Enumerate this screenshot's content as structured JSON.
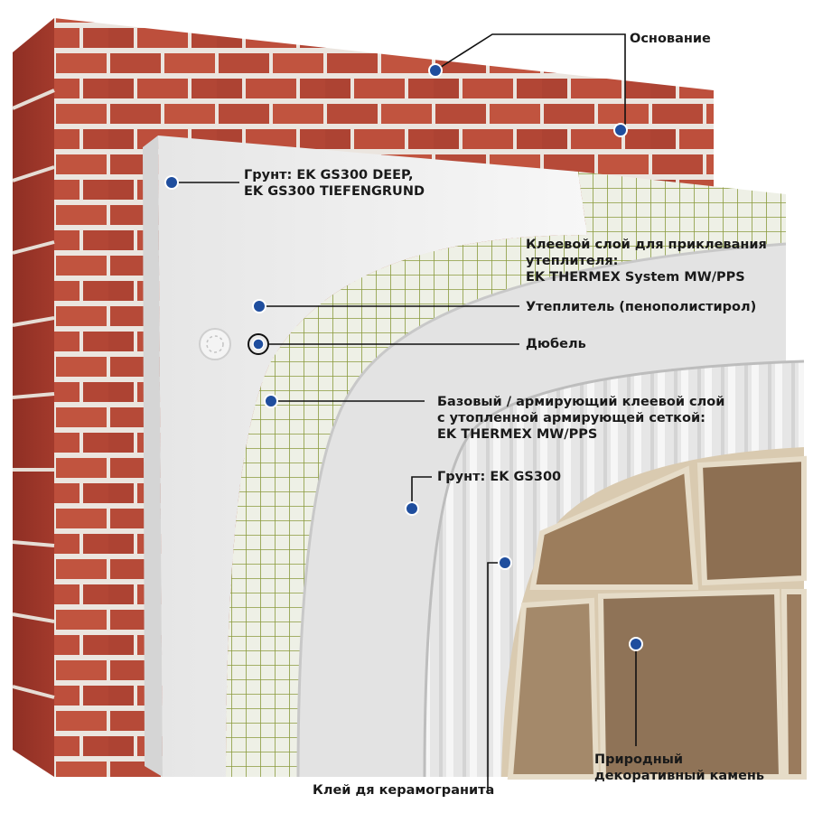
{
  "labels": {
    "base": "Основание",
    "primer_deep_1": "Грунт: EK GS300 DEEP,",
    "primer_deep_2": "EK GS300 TIEFENGRUND",
    "adhesive_1": "Клеевой слой для приклевания",
    "adhesive_2": "утеплителя:",
    "adhesive_3": "EK THERMEX System MW/PPS",
    "insulation": "Утеплитель (пенополистирол)",
    "dowel": "Дюбель",
    "base_layer_1": "Базовый / армирующий клеевой слой",
    "base_layer_2": "с утопленной армирующей сеткой:",
    "base_layer_3": "EK THERMEX MW/PPS",
    "primer": "Грунт: EK GS300",
    "tile_glue": "Клей дя керамогранита",
    "stone_1": "Природный",
    "stone_2": "декоративный камень"
  },
  "colors": {
    "brick": "#b84a3a",
    "mortar": "#ece6e0",
    "insulation": "#f2f2f2",
    "mesh": "#8a9a3c",
    "plaster": "#e9e9e9",
    "stone": "#a08466",
    "marker": "#1f4e9e"
  }
}
